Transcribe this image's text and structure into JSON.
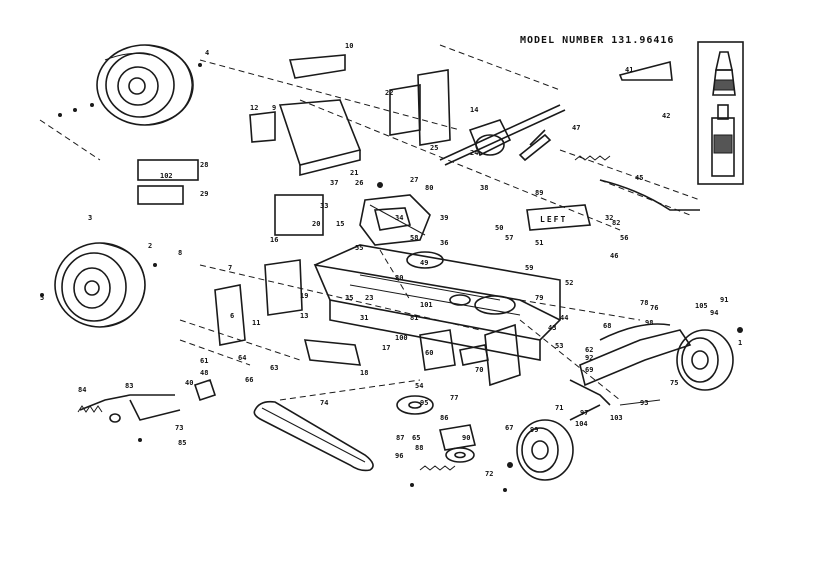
{
  "header": {
    "model_number": "MODEL NUMBER 131.96416"
  },
  "decal_text": "LEFT",
  "part_labels": [
    "1",
    "2",
    "3",
    "4",
    "5",
    "6",
    "7",
    "8",
    "9",
    "10",
    "11",
    "12",
    "13",
    "14",
    "15",
    "16",
    "17",
    "18",
    "19",
    "20",
    "21",
    "22",
    "23",
    "24",
    "25",
    "26",
    "27",
    "28",
    "29",
    "30",
    "31",
    "32",
    "33",
    "34",
    "35",
    "36",
    "37",
    "38",
    "39",
    "40",
    "41",
    "42",
    "43",
    "44",
    "45",
    "46",
    "47",
    "48",
    "49",
    "50",
    "51",
    "52",
    "53",
    "54",
    "55",
    "56",
    "57",
    "58",
    "59",
    "60",
    "61",
    "62",
    "63",
    "64",
    "65",
    "66",
    "67",
    "68",
    "69",
    "70",
    "71",
    "72",
    "73",
    "74",
    "75",
    "76",
    "77",
    "78",
    "79",
    "80",
    "81",
    "82",
    "83",
    "84",
    "85",
    "86",
    "87",
    "88",
    "89",
    "90",
    "91",
    "92",
    "93",
    "94",
    "95",
    "96",
    "97",
    "98",
    "99",
    "100",
    "101",
    "102",
    "103",
    "104",
    "105"
  ],
  "colors": {
    "ink": "#1a1a1a",
    "paper": "#ffffff"
  }
}
